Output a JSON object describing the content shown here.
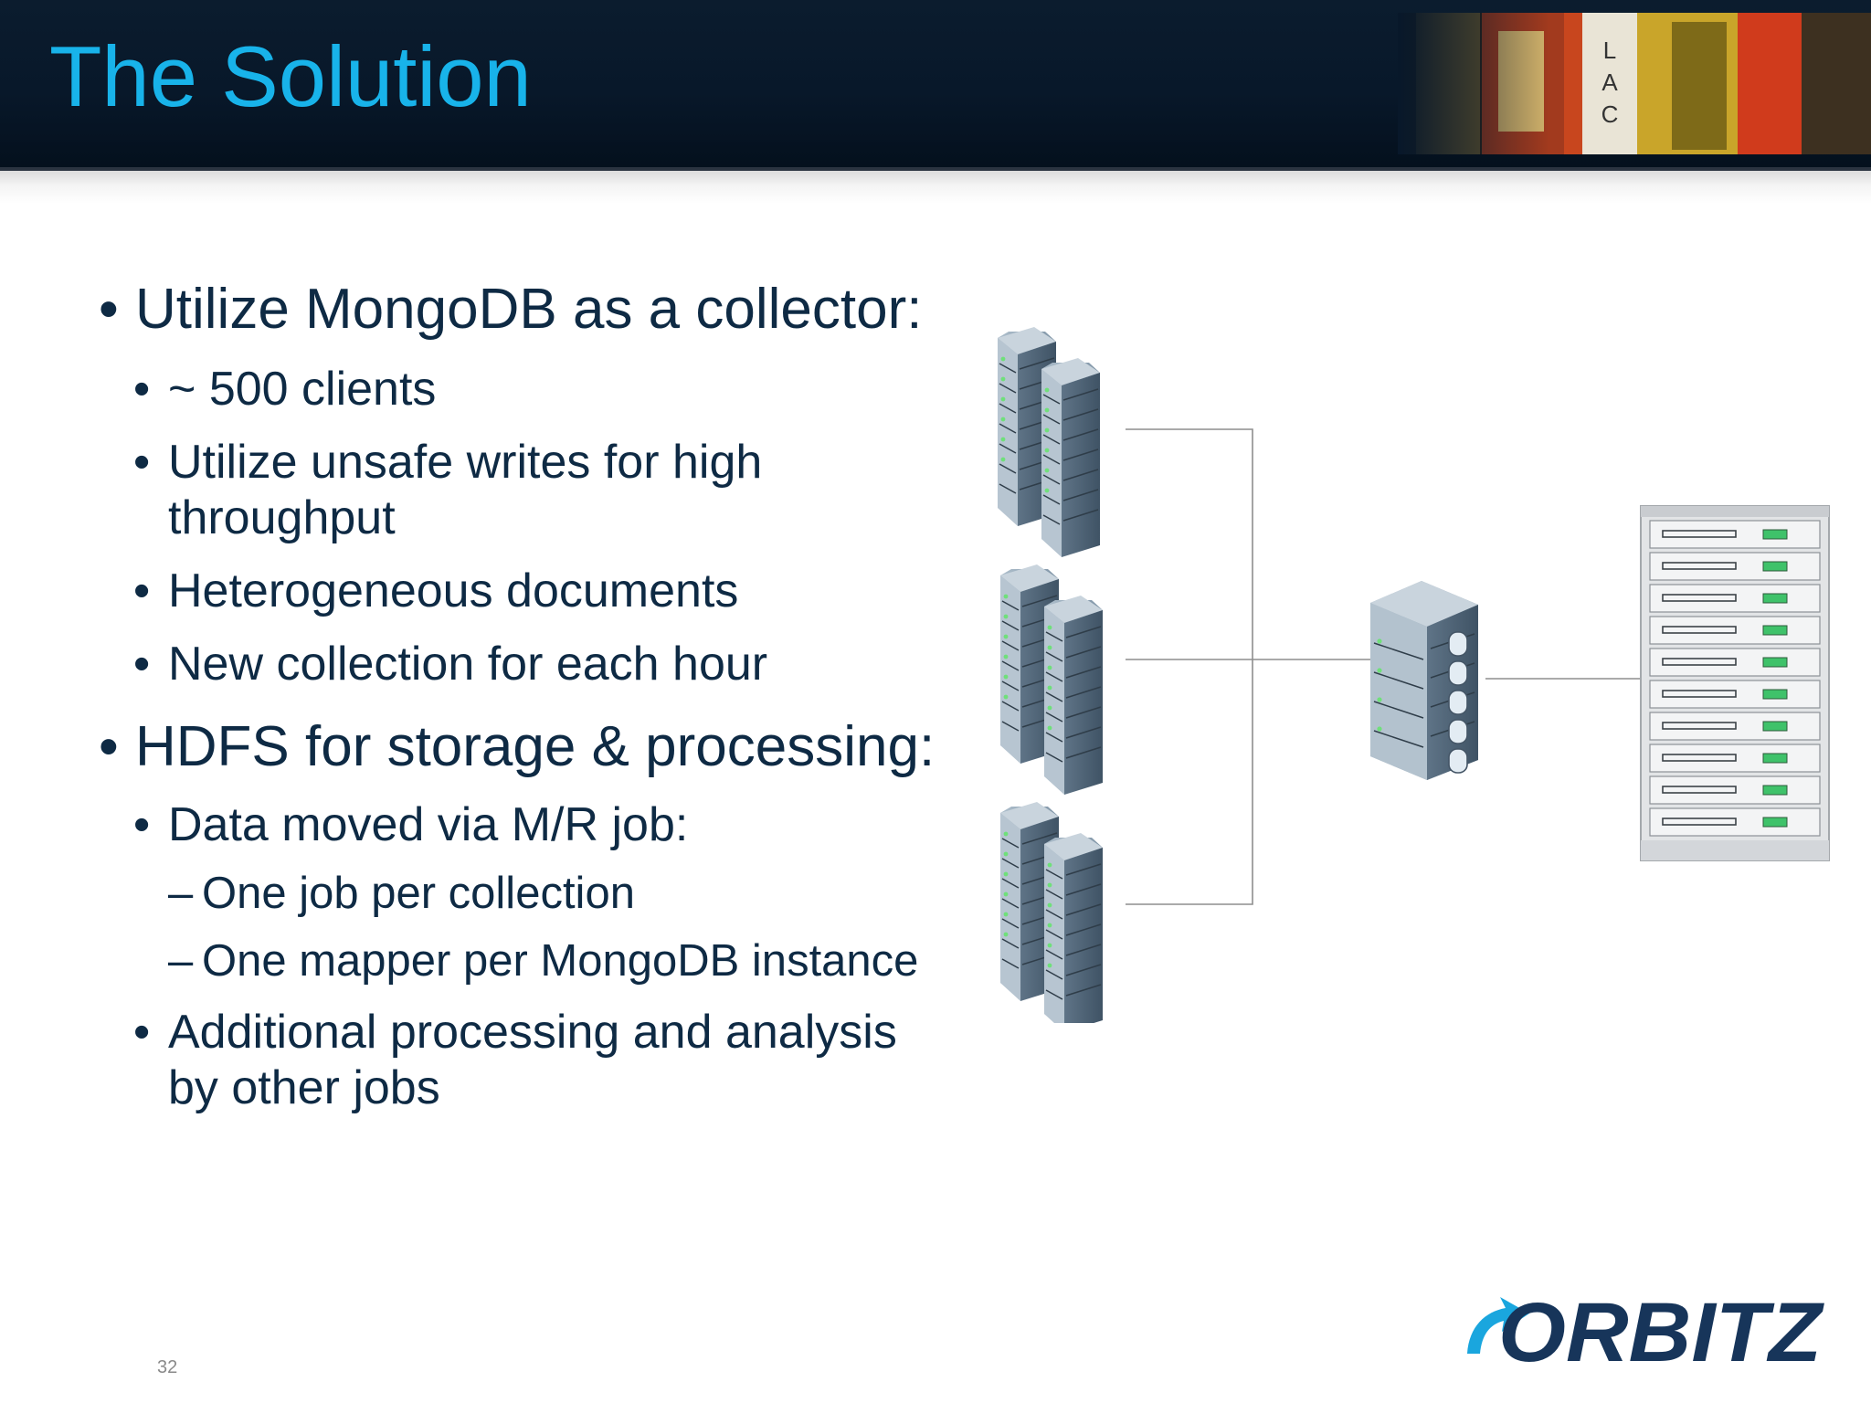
{
  "slide": {
    "title": "The Solution",
    "page_number": "32",
    "logo_text": "ORBITZ",
    "bullets": {
      "b1": "Utilize MongoDB as a collector:",
      "b1_1": "~ 500 clients",
      "b1_2a": "Utilize unsafe writes for high",
      "b1_2b": "throughput",
      "b1_3": "Heterogeneous documents",
      "b1_4": "New collection for each hour",
      "b2": "HDFS for storage & processing:",
      "b2_1": "Data moved via M/R job:",
      "b2_1_1": "One job per collection",
      "b2_1_2": "One mapper per MongoDB instance",
      "b2_2a": "Additional processing and analysis",
      "b2_2b": "by other jobs"
    },
    "bullet_glyph": "•",
    "dash_glyph": "–"
  },
  "diagram": {
    "clients": [
      "server-cluster-icon",
      "server-cluster-icon",
      "server-cluster-icon"
    ],
    "collector": "database-server-icon",
    "storage": "rack-server-icon"
  },
  "colors": {
    "title": "#18b3ea",
    "text": "#0e2a44",
    "header": "#0b1c2e",
    "logo": "#17355a",
    "logo_arrow": "#1aa6de"
  }
}
